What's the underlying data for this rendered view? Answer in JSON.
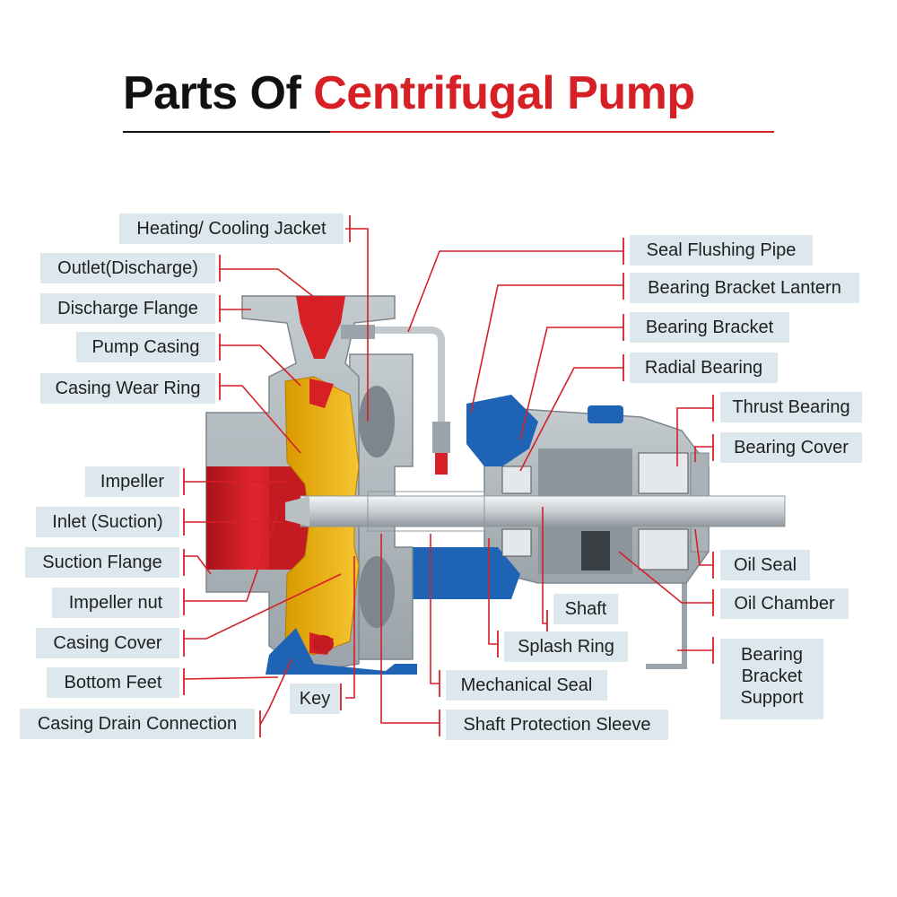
{
  "title": {
    "part1": "Parts Of ",
    "part2": "Centrifugal Pump"
  },
  "colors": {
    "accent": "#d71f26",
    "label_bg": "#dde8ee",
    "casing": "#b7bfc4",
    "impeller": "#f1b400",
    "inlet": "#d71f26",
    "housing_blue": "#1f63b5"
  },
  "labels": {
    "heating_cooling_jacket": "Heating/ Cooling Jacket",
    "outlet_discharge": "Outlet(Discharge)",
    "discharge_flange": "Discharge Flange",
    "pump_casing": "Pump Casing",
    "casing_wear_ring": "Casing Wear Ring",
    "impeller": "Impeller",
    "inlet_suction": "Inlet (Suction)",
    "suction_flange": "Suction Flange",
    "impeller_nut": "Impeller nut",
    "casing_cover": "Casing Cover",
    "bottom_feet": "Bottom Feet",
    "casing_drain_connection": "Casing Drain Connection",
    "key": "Key",
    "seal_flushing_pipe": "Seal Flushing Pipe",
    "bearing_bracket_lantern": "Bearing Bracket Lantern",
    "bearing_bracket": "Bearing Bracket",
    "radial_bearing": "Radial Bearing",
    "thrust_bearing": "Thrust Bearing",
    "bearing_cover": "Bearing Cover",
    "oil_seal": "Oil Seal",
    "oil_chamber": "Oil Chamber",
    "bearing_bracket_support_1": "Bearing",
    "bearing_bracket_support_2": "Bracket",
    "bearing_bracket_support_3": "Support",
    "shaft": "Shaft",
    "splash_ring": "Splash Ring",
    "mechanical_seal": "Mechanical Seal",
    "shaft_protection_sleeve": "Shaft Protection Sleeve"
  }
}
